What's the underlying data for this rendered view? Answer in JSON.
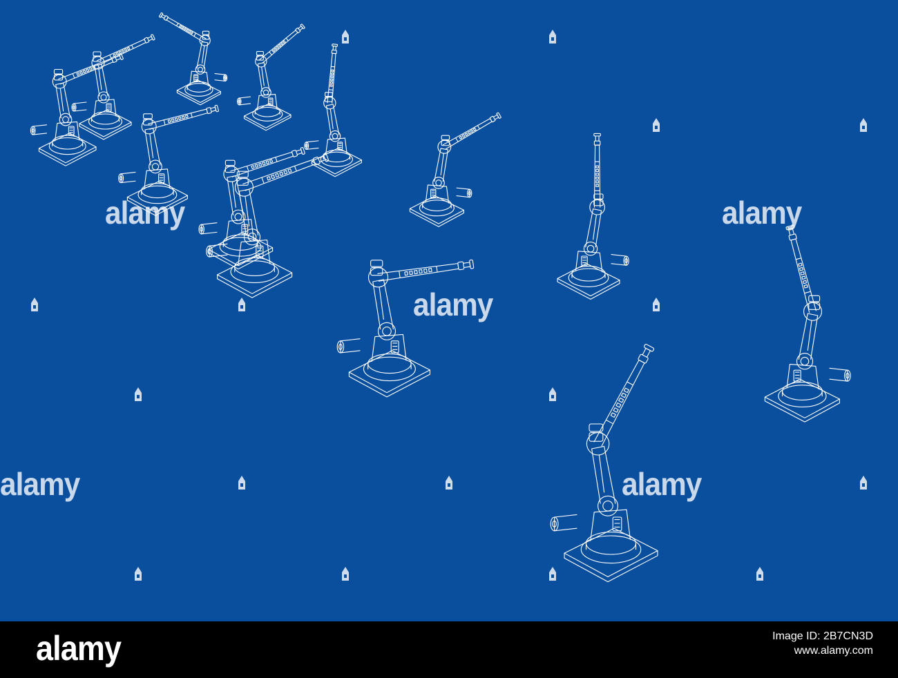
{
  "colors": {
    "background": "#0a4f9e",
    "line": "#ffffff",
    "footer": "#000000"
  },
  "watermark": {
    "text": "alamy",
    "icon": "alamy-pin-icon"
  },
  "footer": {
    "logo": "alamy",
    "image_id_label": "Image ID: 2B7CN3D",
    "website": "www.alamy.com"
  }
}
